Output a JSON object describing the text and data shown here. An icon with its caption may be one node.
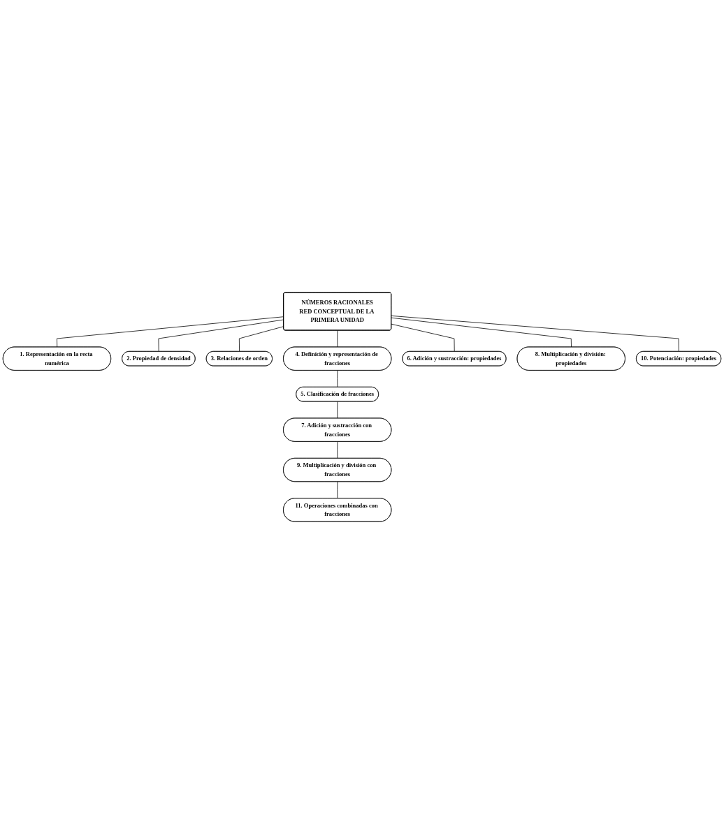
{
  "diagram": {
    "nodes": [
      {
        "text": [
          "NÚMEROS RACIONALES",
          "RED CONCEPTUAL DE LA PRIMERA UNIDAD"
        ]
      },
      {
        "text": [
          "1. Representación en la recta numérica"
        ]
      },
      {
        "text": [
          "2. Propiedad de densidad"
        ]
      },
      {
        "text": [
          "3. Relaciones de orden"
        ]
      },
      {
        "text": [
          "4. Definición y representación de fracciones"
        ]
      },
      {
        "text": [
          "5. Clasificación de fracciones"
        ]
      },
      {
        "text": [
          "6. Adición y sustracción: propiedades"
        ]
      },
      {
        "text": [
          "7. Adición y sustracción con fracciones"
        ]
      },
      {
        "text": [
          "8. Multiplicación y división: propiedades"
        ]
      },
      {
        "text": [
          "9. Multiplicación y división con fracciones"
        ]
      },
      {
        "text": [
          "10. Potenciación: propiedades"
        ]
      },
      {
        "text": [
          "11. Operaciones combinadas con fracciones"
        ]
      }
    ],
    "edges": [
      {
        "from": 0,
        "to": 1,
        "arrow": "none"
      },
      {
        "from": 0,
        "to": 2,
        "arrow": "none"
      },
      {
        "from": 0,
        "to": 3,
        "arrow": "none"
      },
      {
        "from": 0,
        "to": 4,
        "arrow": "none"
      },
      {
        "from": 0,
        "to": 6,
        "arrow": "none"
      },
      {
        "from": 0,
        "to": 8,
        "arrow": "none"
      },
      {
        "from": 0,
        "to": 10,
        "arrow": "none"
      },
      {
        "from": 4,
        "to": 5,
        "arrow": "none"
      },
      {
        "from": 5,
        "to": 7,
        "arrow": "none"
      },
      {
        "from": 7,
        "to": 9,
        "arrow": "none"
      },
      {
        "from": 9,
        "to": 11,
        "arrow": "none"
      }
    ]
  }
}
